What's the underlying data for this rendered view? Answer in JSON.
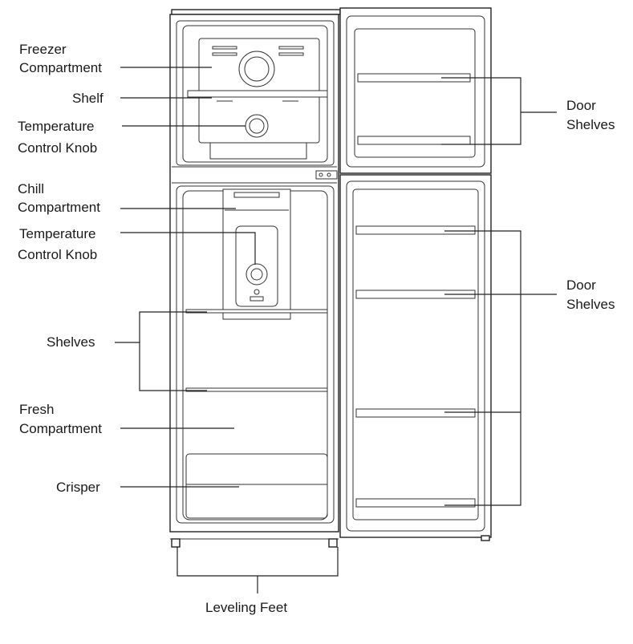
{
  "labels": {
    "freezer_1": "Freezer",
    "freezer_2": "Compartment",
    "shelf": "Shelf",
    "temp1_1": "Temperature",
    "temp1_2": "Control Knob",
    "chill_1": "Chill",
    "chill_2": "Compartment",
    "temp2_1": "Temperature",
    "temp2_2": "Control Knob",
    "shelves": "Shelves",
    "fresh_1": "Fresh",
    "fresh_2": "Compartment",
    "crisper": "Crisper",
    "leveling_feet": "Leveling Feet",
    "door_top_1": "Door",
    "door_top_2": "Shelves",
    "door_bottom_1": "Door",
    "door_bottom_2": "Shelves"
  }
}
